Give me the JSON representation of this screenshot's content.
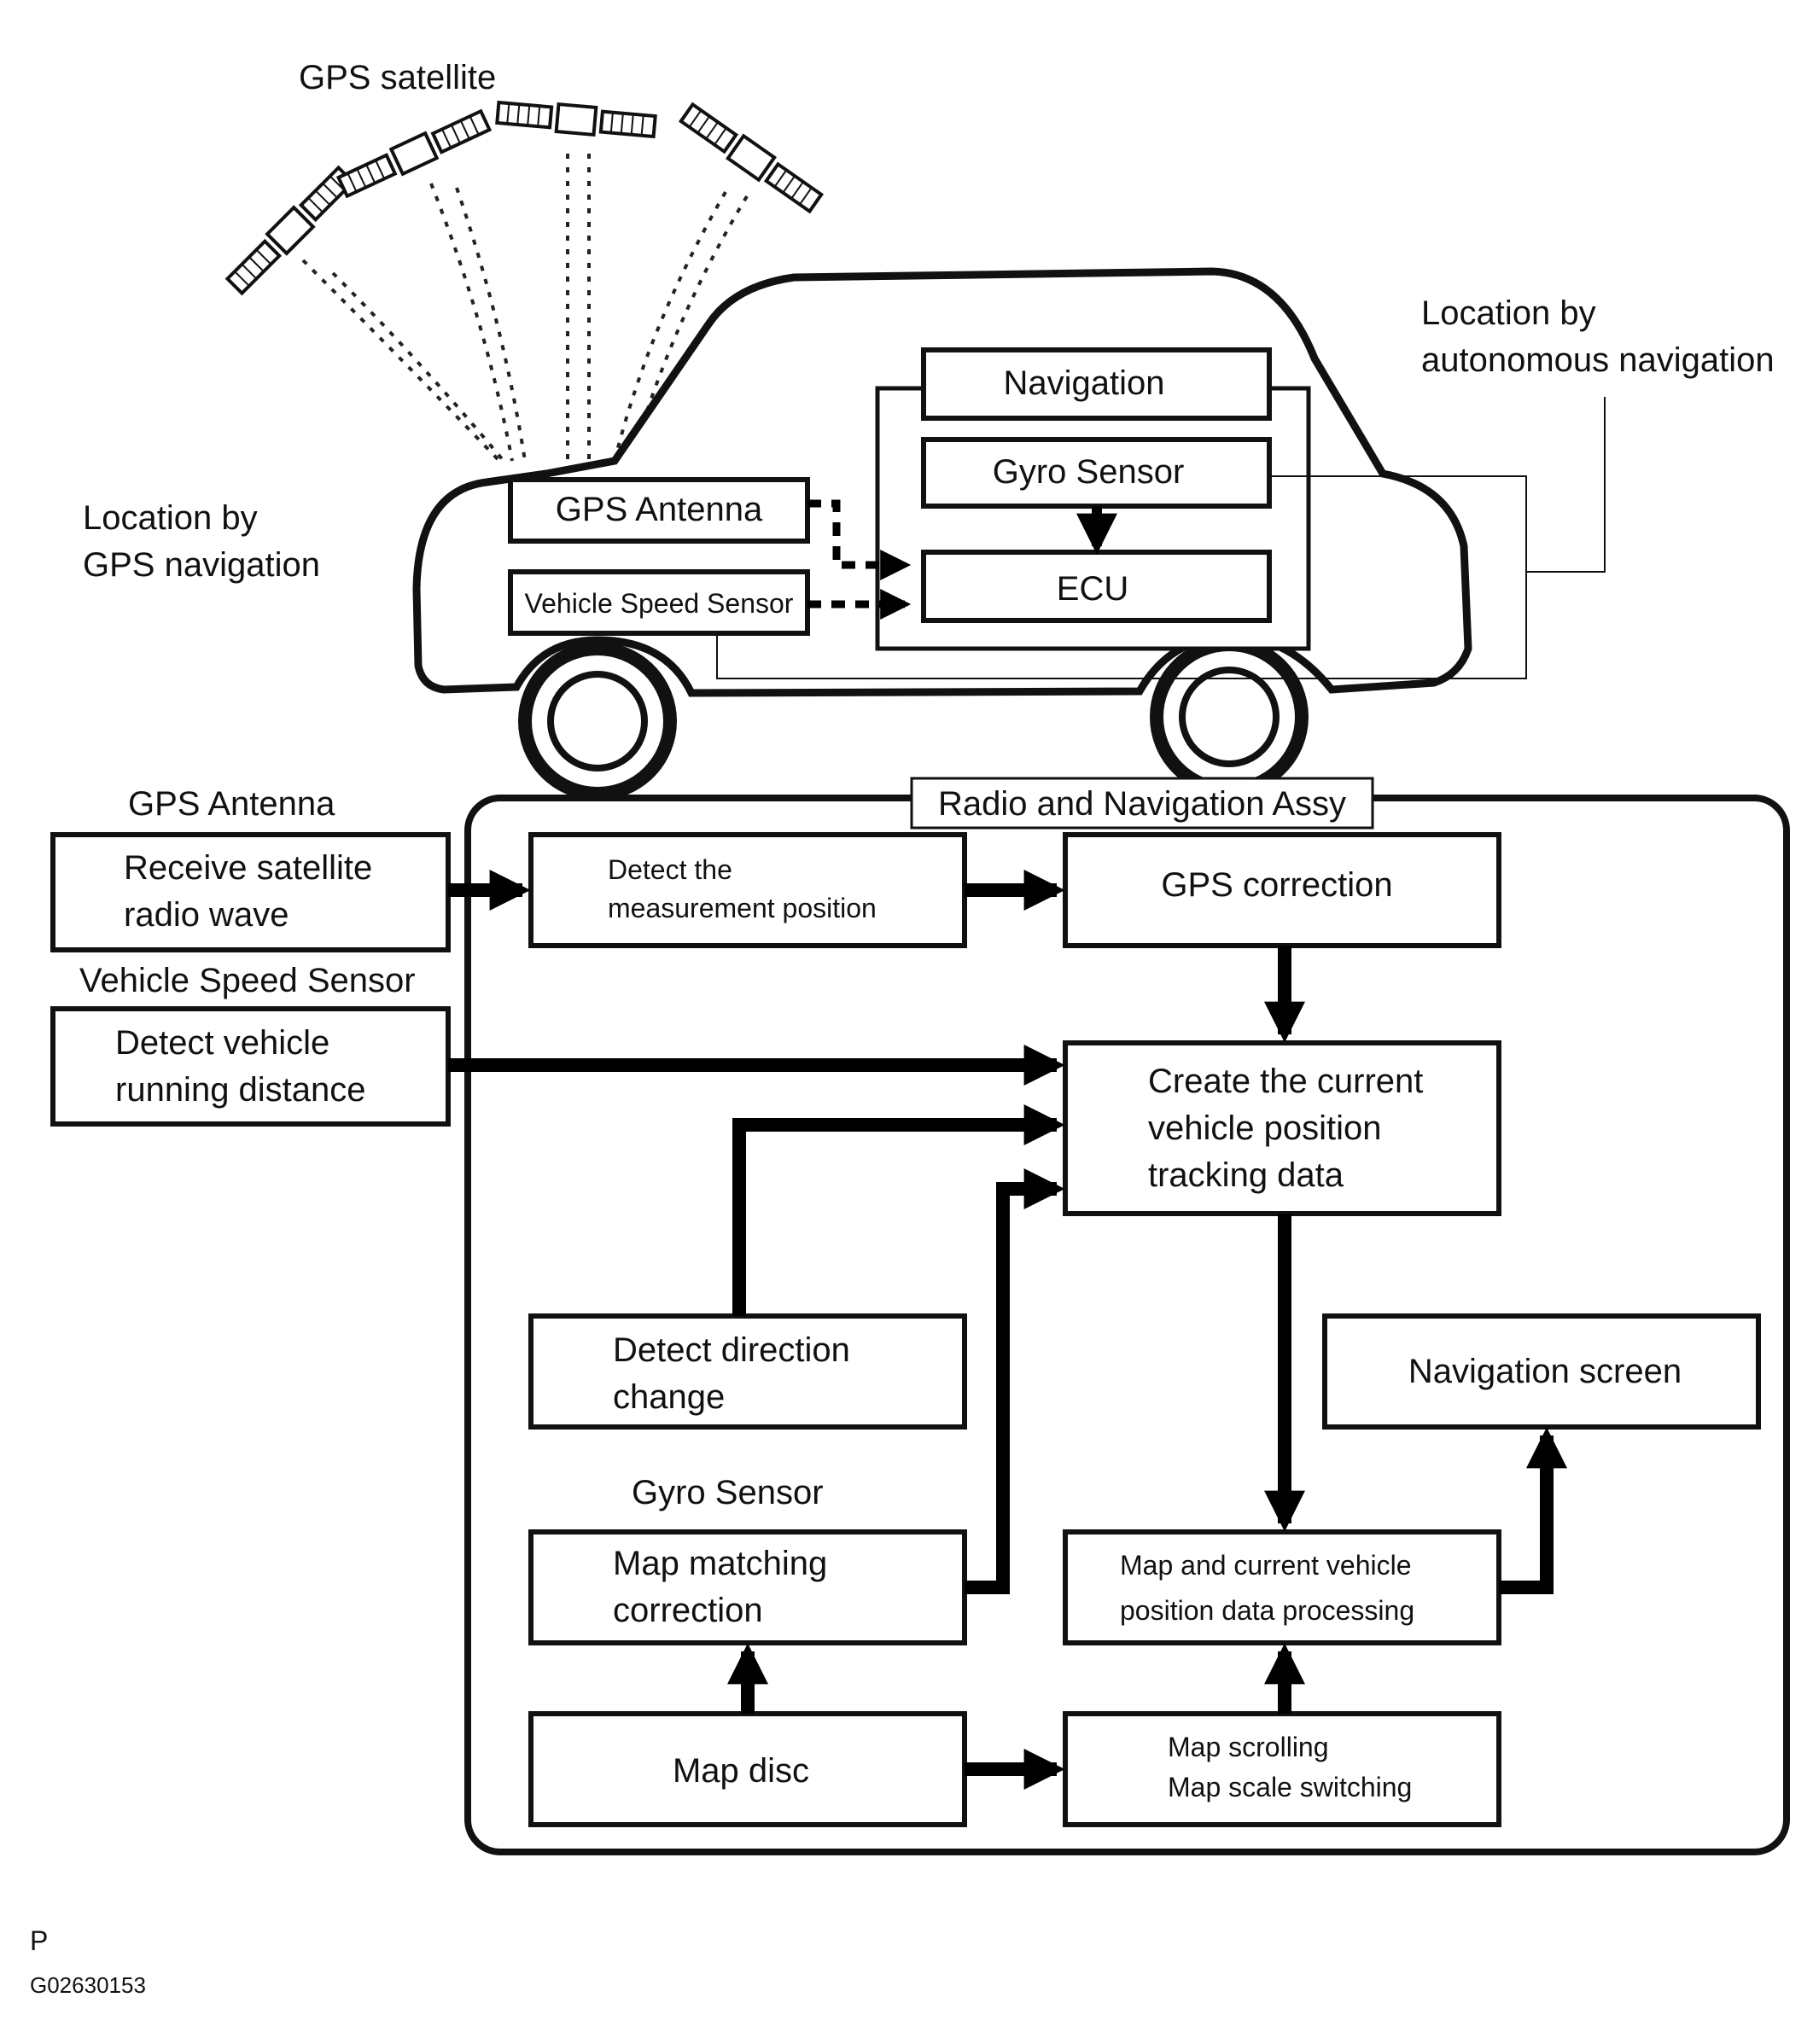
{
  "top": {
    "gps_satellite": "GPS satellite",
    "loc_gps": [
      "Location by",
      "GPS navigation"
    ],
    "loc_auto": [
      "Location by",
      "autonomous navigation"
    ],
    "car": {
      "gps_antenna": "GPS Antenna",
      "speed_sensor": "Vehicle Speed Sensor",
      "navigation": "Navigation",
      "gyro_sensor": "Gyro Sensor",
      "ecu": "ECU"
    }
  },
  "flow": {
    "assy_title": "Radio and Navigation Assy",
    "gps_antenna_label": "GPS Antenna",
    "receive": [
      "Receive satellite",
      "radio wave"
    ],
    "speed_label": "Vehicle Speed Sensor",
    "detect_running": [
      "Detect vehicle",
      "running distance"
    ],
    "detect_measurement": [
      "Detect the",
      "measurement position"
    ],
    "gps_correction": "GPS correction",
    "create_tracking": [
      "Create the current",
      "vehicle position",
      "tracking data"
    ],
    "detect_direction": [
      "Detect direction",
      "change"
    ],
    "gyro_label": "Gyro Sensor",
    "map_matching": [
      "Map matching",
      "correction"
    ],
    "map_disc": "Map disc",
    "map_scrolling": [
      "Map scrolling",
      "Map scale switching"
    ],
    "map_processing": [
      "Map and current vehicle",
      "position data processing"
    ],
    "nav_screen": "Navigation screen"
  },
  "footer": {
    "p": "P",
    "code": "G02630153"
  }
}
